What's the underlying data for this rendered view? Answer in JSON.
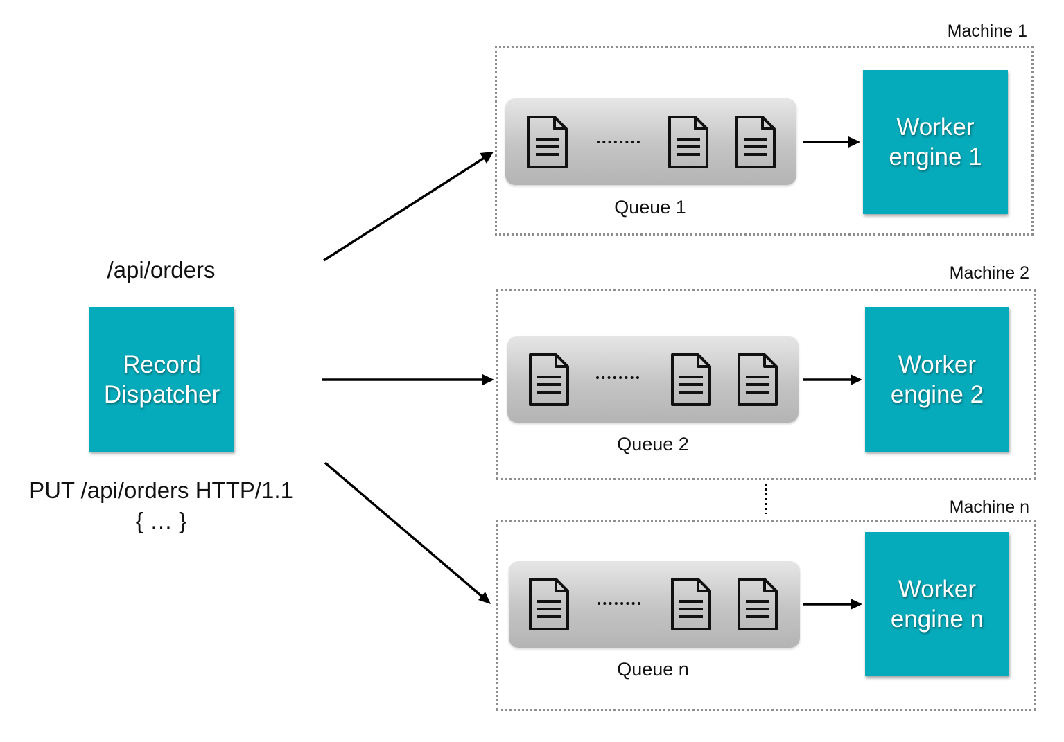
{
  "dispatcher": {
    "endpoint": "/api/orders",
    "label": "Record\nDispatcher",
    "request_line": "PUT /api/orders HTTP/1.1",
    "request_body": "{ … }",
    "color": "#05abbb"
  },
  "machines": [
    {
      "name": "Machine 1",
      "queue_label": "Queue 1",
      "worker_label": "Worker\nengine 1"
    },
    {
      "name": "Machine 2",
      "queue_label": "Queue 2",
      "worker_label": "Worker\nengine 2"
    },
    {
      "name": "Machine n",
      "queue_label": "Queue n",
      "worker_label": "Worker\nengine n"
    }
  ],
  "icons": {
    "queue_item": "document-icon",
    "queue_gap": "ellipsis-dots"
  }
}
